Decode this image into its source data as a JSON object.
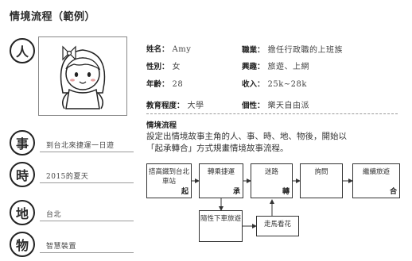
{
  "title": "情境流程（範例）",
  "badges": {
    "person": "人",
    "event": "事",
    "time": "時",
    "place": "地",
    "object": "物"
  },
  "profile": {
    "name_label": "姓名：",
    "name_value": "Amy",
    "job_label": "職業：",
    "job_value": "擔任行政職的上班族",
    "gender_label": "性別：",
    "gender_value": "女",
    "interest_label": "興趣：",
    "interest_value": "旅遊、上網",
    "age_label": "年齡：",
    "age_value": "28",
    "income_label": "收入：",
    "income_value": "25k~28k",
    "edu_label": "教育程度：",
    "edu_value": "大學",
    "personality_label": "個性：",
    "personality_value": "樂天自由派"
  },
  "flow": {
    "heading": "情境流程",
    "description": "設定出情境故事主角的人、事、時、地、物後，開始以「起承轉合」方式規畫情境故事流程。",
    "boxes": [
      {
        "text": "搭高鐵到台北車站",
        "tag": "起"
      },
      {
        "text": "轉乘捷運",
        "tag": "承"
      },
      {
        "text": "迷路",
        "tag": "轉"
      },
      {
        "text": "詢問",
        "tag": ""
      },
      {
        "text": "繼續旅遊",
        "tag": "合"
      },
      {
        "text": "隨性下車旅遊",
        "tag": ""
      },
      {
        "text": "走馬看花",
        "tag": ""
      }
    ]
  },
  "details": {
    "event": "到台北來捷運一日遊",
    "time": "2015的夏天",
    "place": "台北",
    "object": "智慧裝置"
  }
}
